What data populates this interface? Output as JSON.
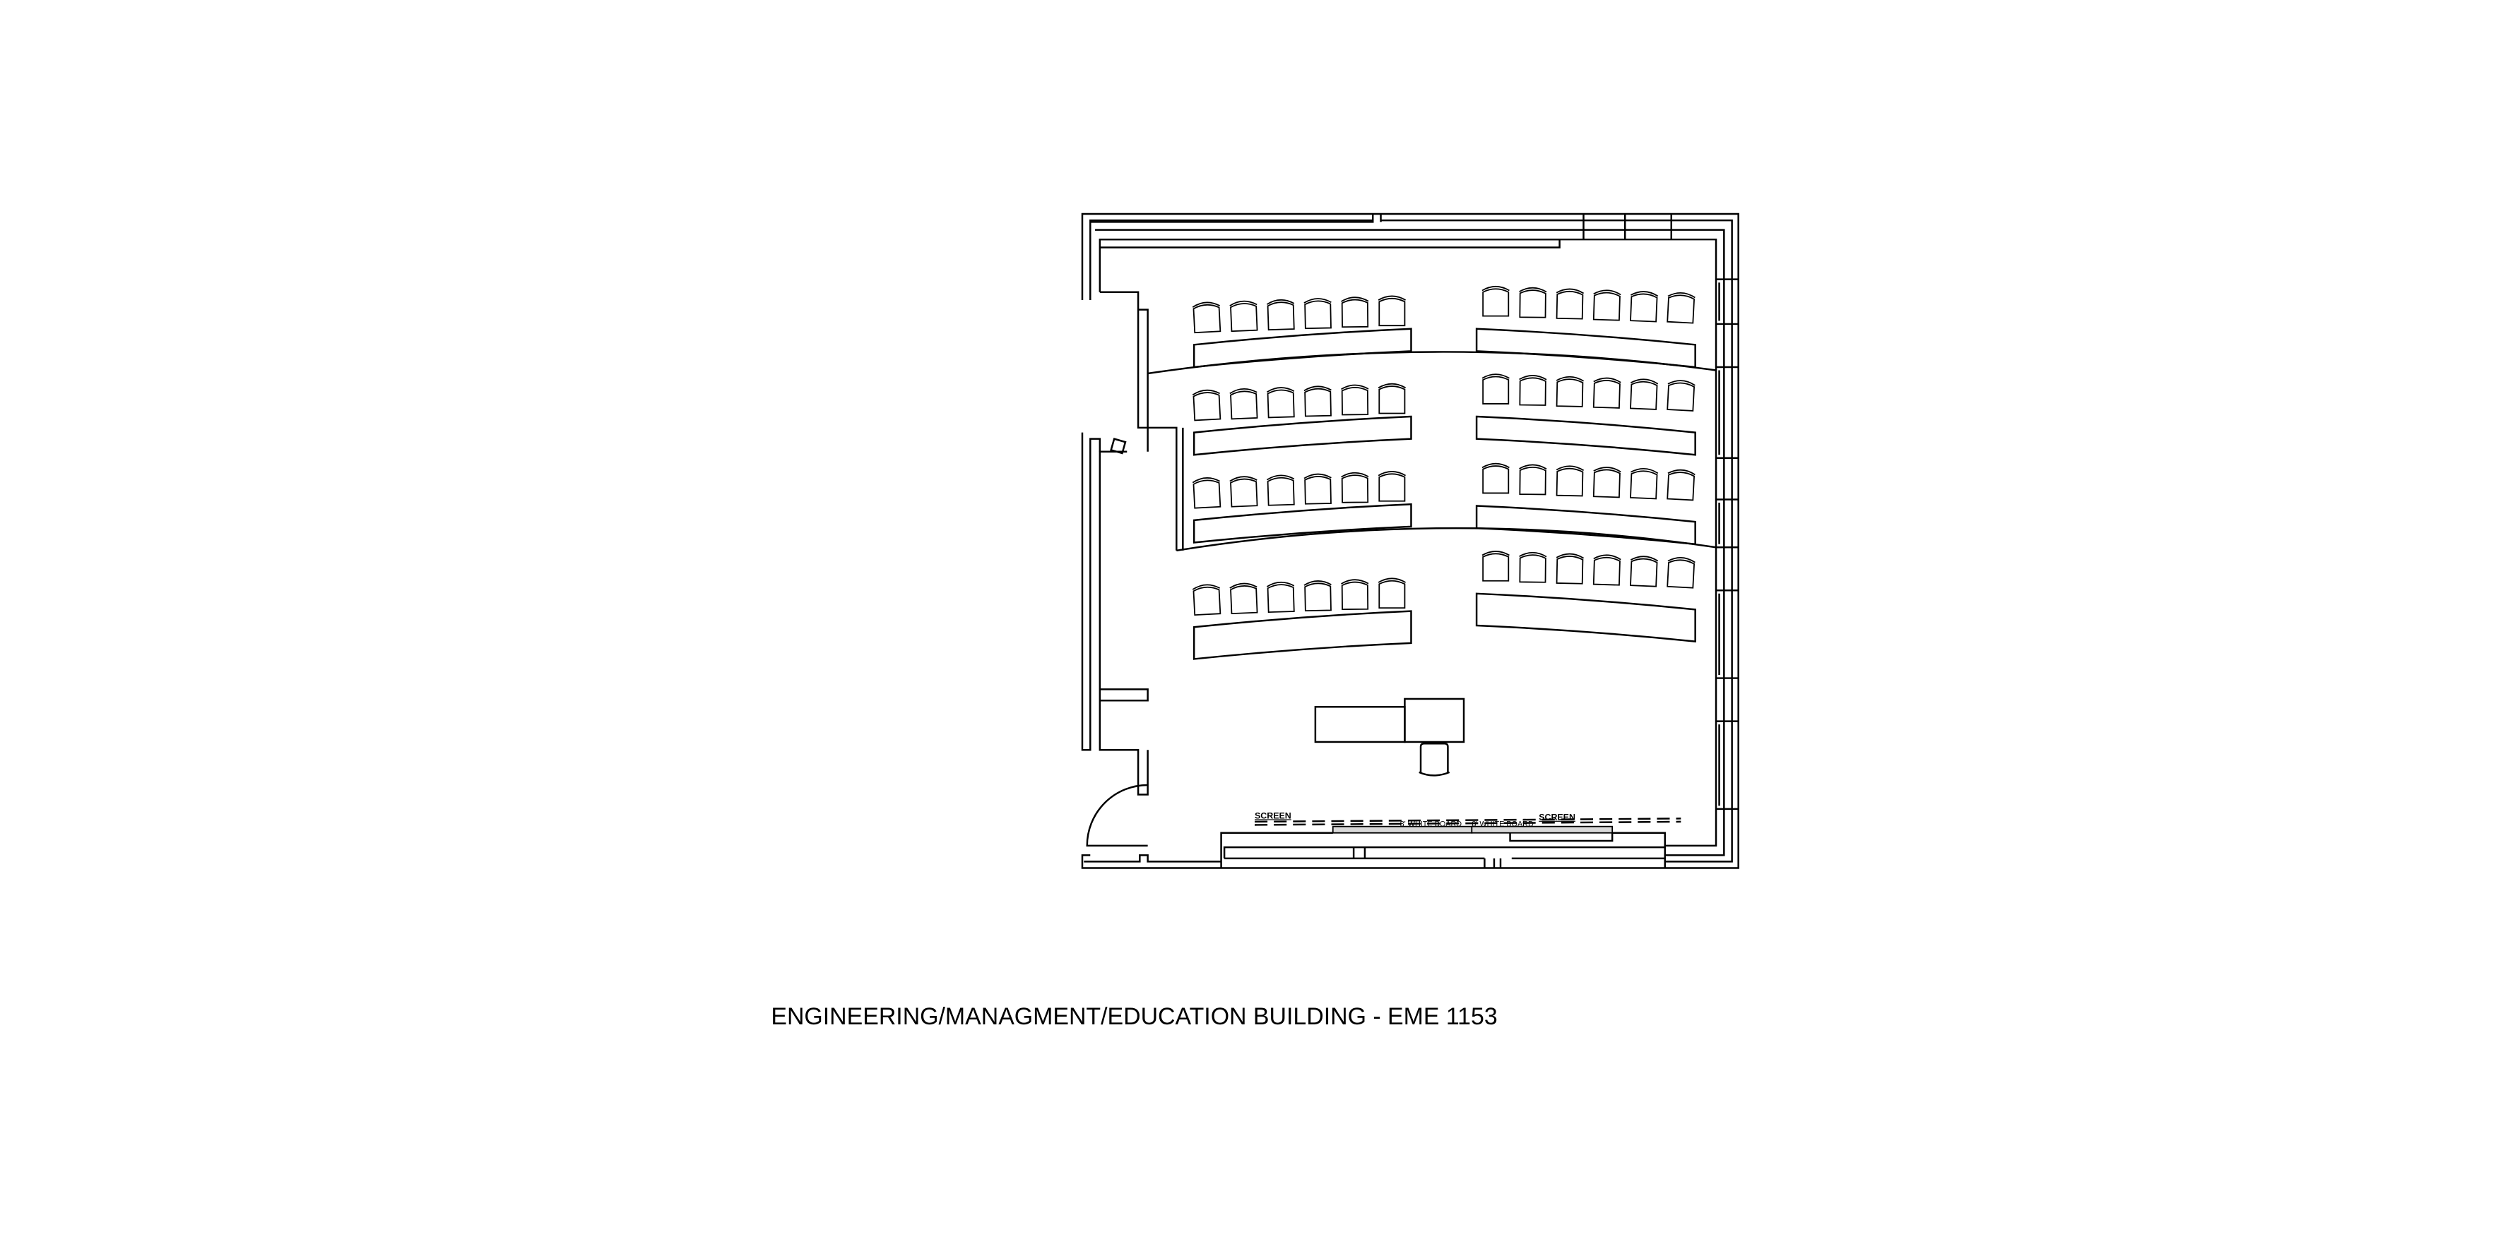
{
  "title": "ENGINEERING/MANAGMENT/EDUCATION BUILDING - EME 1153",
  "labels": {
    "screen_left": "SCREEN",
    "screen_right": "SCREEN",
    "whiteboard_left": "8' WHITE BOARD",
    "whiteboard_right": "8' WHITE BOARD"
  },
  "seating": {
    "rows_per_side": 4,
    "seats_per_row": 6,
    "sides": 2
  },
  "colors": {
    "line": "#000000",
    "whiteboard_fill": "#d9d9d9",
    "background": "#ffffff"
  }
}
